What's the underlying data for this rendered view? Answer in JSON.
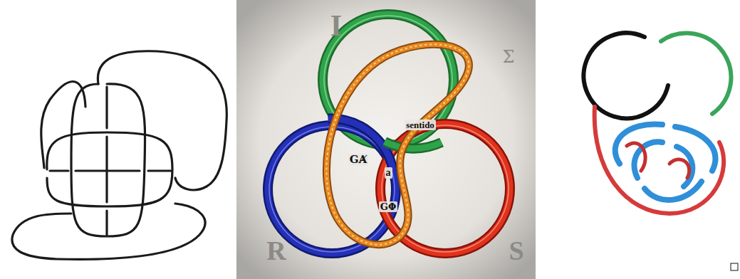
{
  "diagram": {
    "labels": [
      "I",
      "Σ",
      "GȺ",
      "sentido",
      "a",
      "GΦ",
      "R",
      "S"
    ]
  }
}
